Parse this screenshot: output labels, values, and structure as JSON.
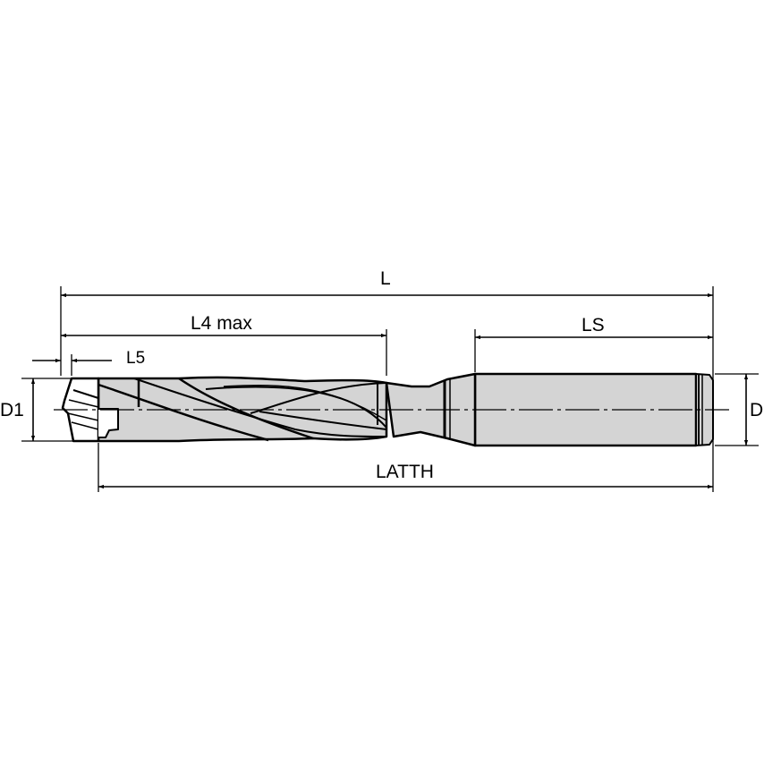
{
  "drawing": {
    "title": "Solid carbide drill technical dimension drawing",
    "fill_color": "#d4d4d4",
    "line_color": "#000000",
    "background": "#ffffff"
  },
  "dimensions": {
    "L": "L",
    "L4": "L4 max",
    "LS": "LS",
    "L5": "L5",
    "LATTH": "LATTH",
    "D1": "D1",
    "D": "D"
  }
}
